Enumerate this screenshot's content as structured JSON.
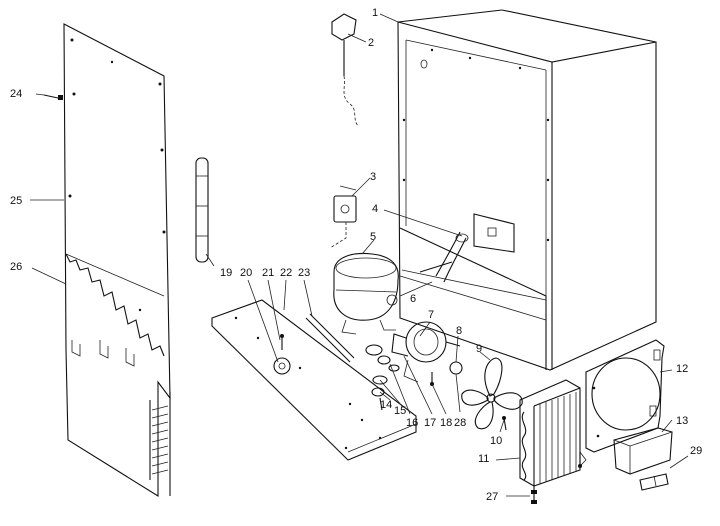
{
  "diagram": {
    "part_numbers": [
      "1",
      "2",
      "3",
      "4",
      "5",
      "6",
      "7",
      "8",
      "9",
      "10",
      "11",
      "12",
      "13",
      "14",
      "15",
      "16",
      "17",
      "18",
      "19",
      "20",
      "21",
      "22",
      "23",
      "24",
      "25",
      "26",
      "27",
      "28",
      "29"
    ]
  }
}
